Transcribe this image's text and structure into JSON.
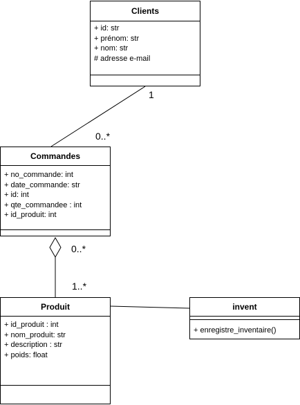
{
  "diagram": {
    "classes": {
      "clients": {
        "name": "Clients",
        "attributes": [
          "+ id: str",
          "+ prénom: str",
          "+ nom: str",
          "# adresse e-mail"
        ],
        "operations": []
      },
      "commandes": {
        "name": "Commandes",
        "attributes": [
          "+ no_commande: int",
          "+ date_commande: str",
          "+ id: int",
          "+ qte_commandee : int",
          "+ id_produit: int"
        ],
        "operations": []
      },
      "produit": {
        "name": "Produit",
        "attributes": [
          "+ id_produit : int",
          "+ nom_produit: str",
          "+ description : str",
          "+ poids: float"
        ],
        "operations": []
      },
      "invent": {
        "name": "invent",
        "attributes": [],
        "operations": [
          "+ enregistre_inventaire()"
        ]
      }
    },
    "associations": {
      "clients_commandes": {
        "from": "Clients",
        "to": "Commandes",
        "type": "association",
        "mult_from": "1",
        "mult_to": "0..*"
      },
      "commandes_produit": {
        "from": "Commandes",
        "to": "Produit",
        "type": "aggregation",
        "mult_from": "0..*",
        "mult_to": "1..*"
      },
      "produit_invent": {
        "from": "Produit",
        "to": "invent",
        "type": "association"
      }
    },
    "colors": {
      "line": "#000000",
      "fill": "#ffffff"
    }
  }
}
